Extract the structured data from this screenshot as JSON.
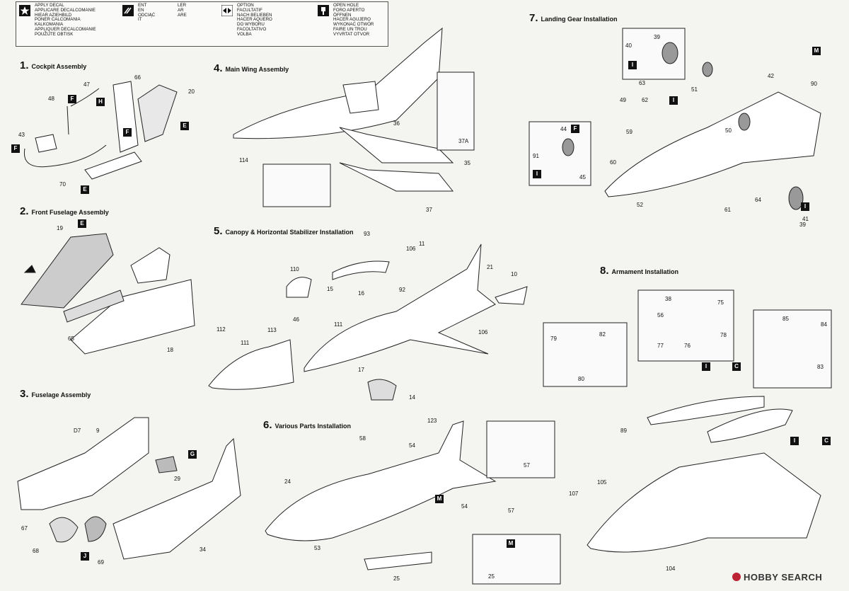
{
  "legend": {
    "decal": {
      "icon": "star-icon",
      "lines": "APPLY DECAL\nAPPLICARE DECALCOMANIE\nHIEAR AZIEHBILD\nPONER CALCOMANIA\nKALKOMANIA\nAPPLIQUER DECALCOMANIE\nPOUŽIJTE OBTISK"
    },
    "languages": {
      "icon": "language-icon",
      "lines": "ENT\nEN\nODCIĄĆ\nIT"
    },
    "languages2": {
      "lines": "LER\nAR\nARE"
    },
    "option": {
      "icon": "option-icon",
      "lines": "OPTION\nFACULTATIF\nNACH BELIEBEN\nHACER AQUERO\nDO WYBORU\nFACOLTATIVO\nVOLBA"
    },
    "open_hole": {
      "icon": "open-hole-icon",
      "lines": "OPEN HOLE\nFORO APERTO\nÖFFNEN\nHACER AGUJERO\nWYKONAĆ OTWÓR\nFAIRE UN TROU\nVYVRTAT OTVOR"
    }
  },
  "steps": [
    {
      "num": "1.",
      "title": "Cockpit Assembly"
    },
    {
      "num": "2.",
      "title": "Front Fuselage Assembly"
    },
    {
      "num": "3.",
      "title": "Fuselage Assembly"
    },
    {
      "num": "4.",
      "title": "Main Wing Assembly"
    },
    {
      "num": "5.",
      "title": "Canopy & Horizontal Stabilizer Installation"
    },
    {
      "num": "6.",
      "title": "Various Parts Installation"
    },
    {
      "num": "7.",
      "title": "Landing Gear Installation"
    },
    {
      "num": "8.",
      "title": "Armament Installation"
    }
  ],
  "labels": {
    "s1": [
      "47",
      "66",
      "48",
      "20",
      "43",
      "70"
    ],
    "s2": [
      "19",
      "65",
      "18"
    ],
    "s3": [
      "D7",
      "9",
      "29",
      "67",
      "68",
      "69",
      "34"
    ],
    "s4": [
      "36",
      "114",
      "35",
      "37",
      "37A"
    ],
    "s5": [
      "93",
      "106",
      "11",
      "21",
      "10",
      "110",
      "92",
      "15",
      "16",
      "106",
      "46",
      "111",
      "112",
      "113",
      "111",
      "17",
      "14"
    ],
    "s6": [
      "123",
      "58",
      "54",
      "24",
      "54",
      "57",
      "57",
      "53",
      "25",
      "25"
    ],
    "s7": [
      "39",
      "40",
      "51",
      "42",
      "90",
      "63",
      "62",
      "49",
      "59",
      "50",
      "44",
      "91",
      "45",
      "60",
      "64",
      "61",
      "52",
      "39",
      "41"
    ],
    "s8": [
      "38",
      "56",
      "75",
      "77",
      "76",
      "78",
      "79",
      "82",
      "80",
      "85",
      "84",
      "83",
      "89",
      "107",
      "105",
      "104"
    ]
  },
  "tags": [
    "F",
    "H",
    "E",
    "F",
    "E",
    "E",
    "G",
    "J",
    "F",
    "F",
    "M",
    "I",
    "I",
    "I",
    "I",
    "I",
    "C",
    "C",
    "I",
    "M",
    "M"
  ],
  "watermark": "HOBBY SEARCH"
}
